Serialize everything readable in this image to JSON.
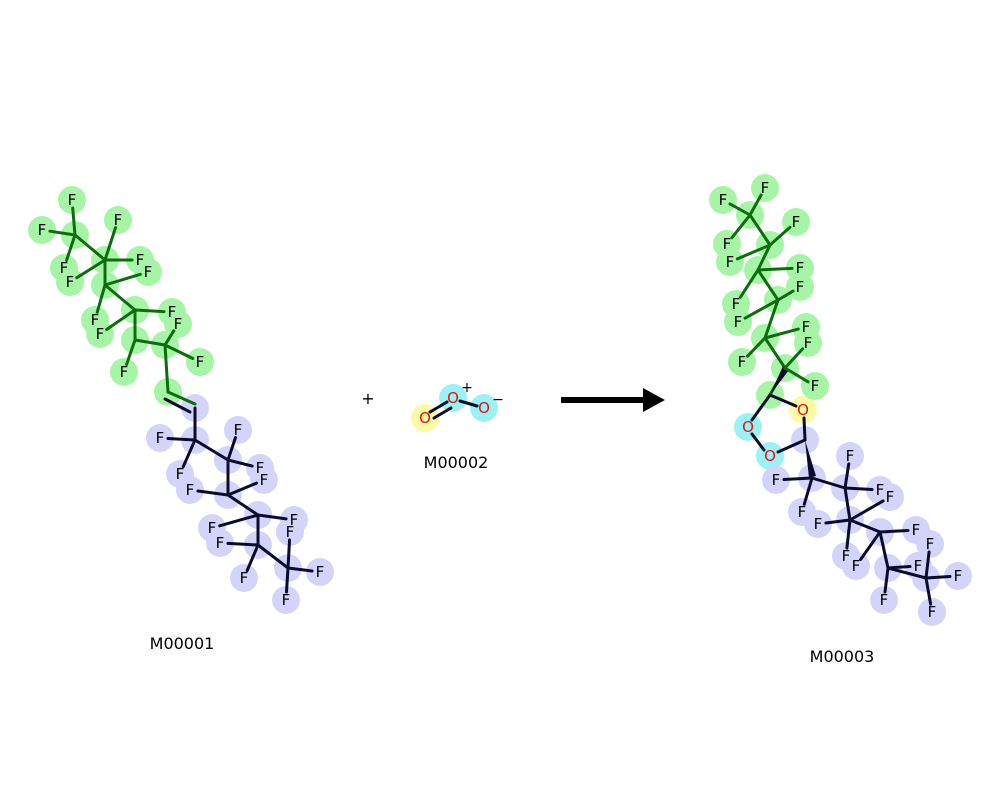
{
  "colors": {
    "green_hl": "#a6f5a6",
    "blue_hl": "#d4d4fb",
    "cyan_hl": "#9af2f5",
    "yellow_hl": "#fbfba6",
    "bond_green": "#0a6e0a",
    "bond_dark": "#0b0b2e",
    "oxygen": "#e8110f",
    "fluorine": "#000000"
  },
  "reaction": {
    "plus_sign": "+",
    "arrow": "reaction-arrow",
    "molecules": [
      {
        "id": "m1",
        "label": "M00001"
      },
      {
        "id": "m2",
        "label": "M00002"
      },
      {
        "id": "m3",
        "label": "M00003"
      }
    ]
  },
  "atoms": {
    "fluorine": "F",
    "oxygen": "O",
    "plus": "+",
    "minus": "−"
  }
}
